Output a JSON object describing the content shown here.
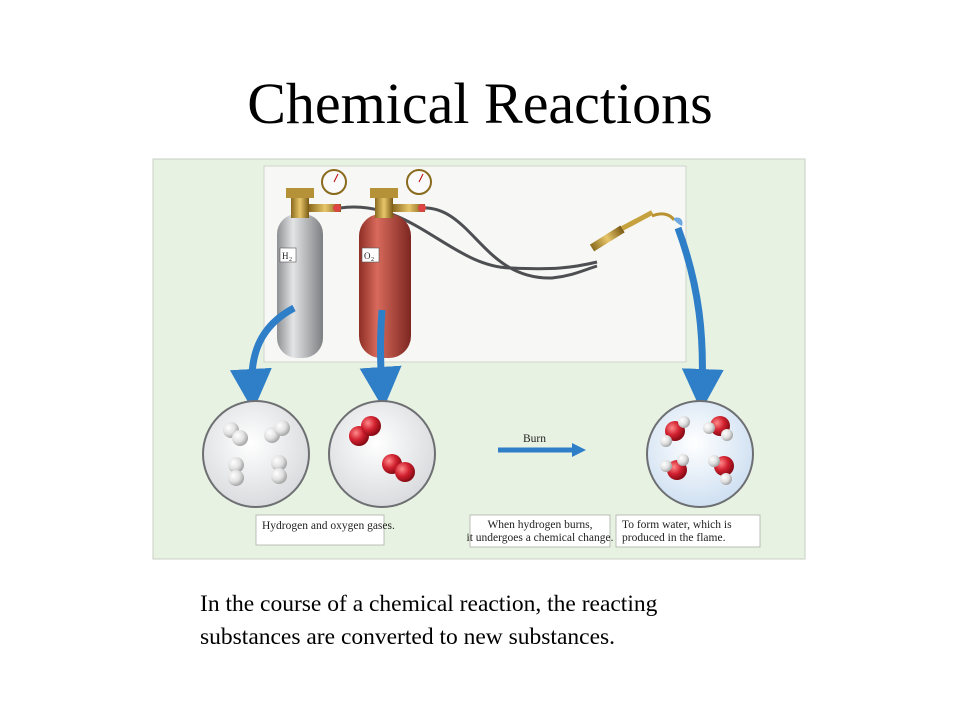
{
  "title": "Chemical Reactions",
  "figure": {
    "tanks": {
      "hydrogen_label": "H",
      "hydrogen_sub": "2",
      "oxygen_label": "O",
      "oxygen_sub": "2"
    },
    "burn_label": "Burn",
    "captions": {
      "left": [
        "Hydrogen and oxygen gases."
      ],
      "middle": [
        "When hydrogen burns,",
        "it undergoes a chemical change."
      ],
      "right": [
        "To form water, which is",
        "produced in the flame."
      ]
    },
    "colors": {
      "panel_bg": "#e8f2e2",
      "arrow_blue": "#2f7fc8",
      "oxygen_red": "#d2202f",
      "hydrogen_white": "#e8e8e8",
      "tank_gray": "#b8b9bb",
      "tank_red": "#c24a3e"
    }
  },
  "body": {
    "line1": "In the course of a chemical reaction, the reacting",
    "line2": "substances are converted to new substances."
  }
}
